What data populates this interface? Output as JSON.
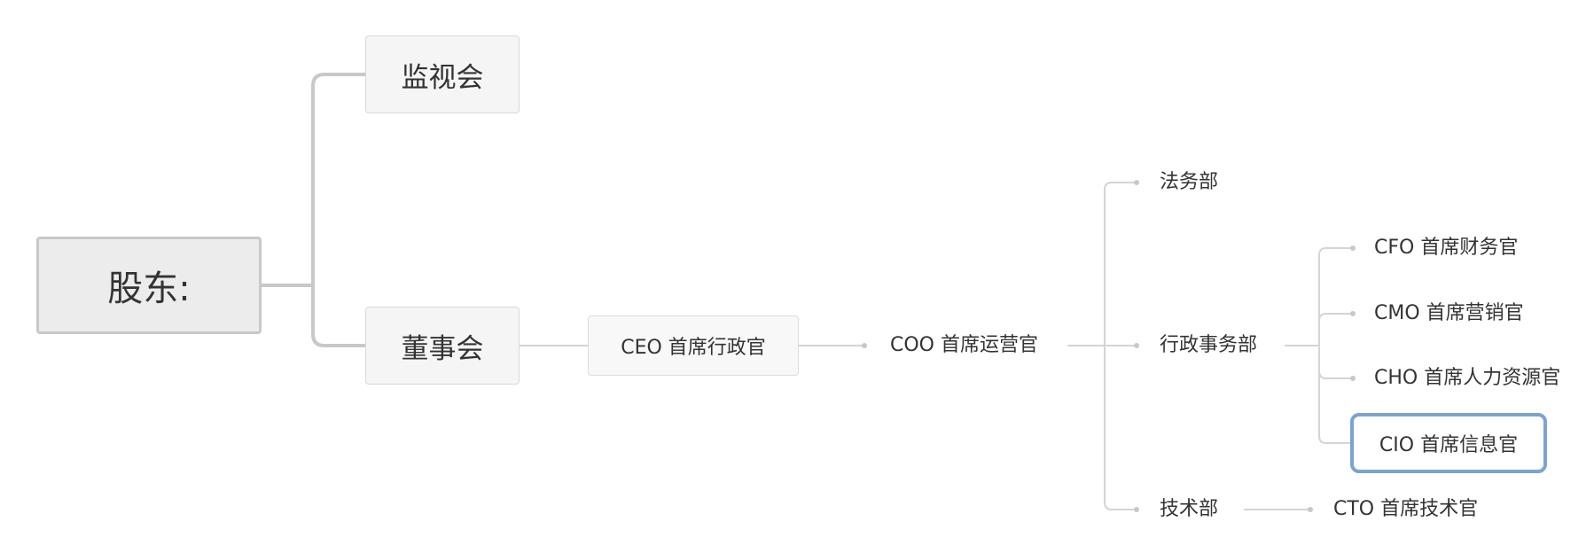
{
  "nodes": {
    "root": "股东:",
    "supervisory_board": "监视会",
    "board_of_directors": "董事会",
    "ceo": "CEO 首席行政官",
    "coo": "COO 首席运营官",
    "legal_dept": "法务部",
    "admin_dept": "行政事务部",
    "tech_dept": "技术部",
    "cfo": "CFO 首席财务官",
    "cmo": "CMO 首席营销官",
    "cho": "CHO 首席人力资源官",
    "cio": "CIO 首席信息官",
    "cto": "CTO 首席技术官"
  },
  "colors": {
    "primary_branch_line": "#c8c8c8",
    "secondary_branch_line": "#d4d4d4",
    "selection_border": "#7aa3d4"
  },
  "selected_node": "cio"
}
